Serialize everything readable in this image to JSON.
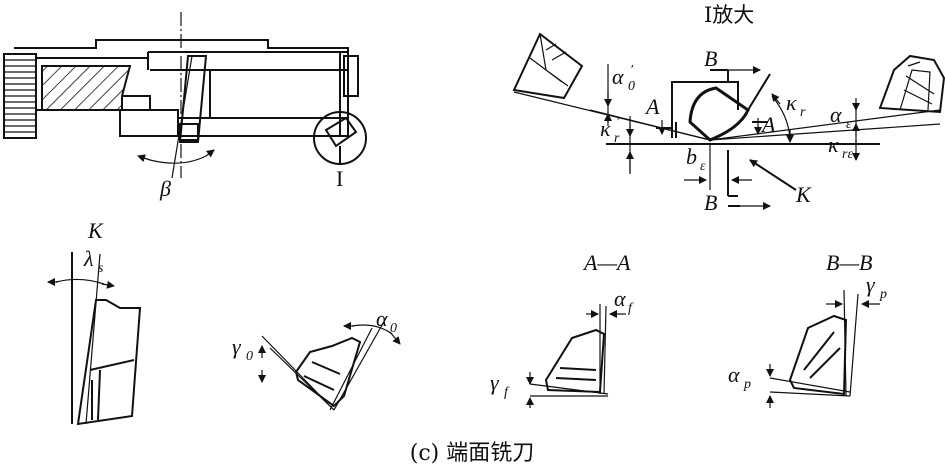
{
  "labels": {
    "view_title": "I放大",
    "detail_marker": "I",
    "beta": "β",
    "alpha0_prime": "α",
    "alpha0_prime_sub": "0",
    "kappa_r_prime": "κ",
    "kappa_r_prime_sub": "r",
    "section_A": "A",
    "section_B": "B",
    "b_eps": "b",
    "b_eps_sub": "ε",
    "kappa_r": "κ",
    "kappa_r_sub": "r",
    "alpha_eps": "α",
    "alpha_eps_sub": "ε",
    "kappa_re": "κ",
    "kappa_re_sub": "rε",
    "view_K": "K",
    "lambda_s": "λ",
    "lambda_s_sub": "s",
    "gamma0": "γ",
    "gamma0_sub": "0",
    "alpha0": "α",
    "alpha0_sub": "0",
    "section_AA": "A—A",
    "alpha_f": "α",
    "alpha_f_sub": "f",
    "gamma_f": "γ",
    "gamma_f_sub": "f",
    "section_BB": "B—B",
    "gamma_p": "γ",
    "gamma_p_sub": "p",
    "alpha_p": "α",
    "alpha_p_sub": "p"
  },
  "caption": "(c) 端面铣刀"
}
